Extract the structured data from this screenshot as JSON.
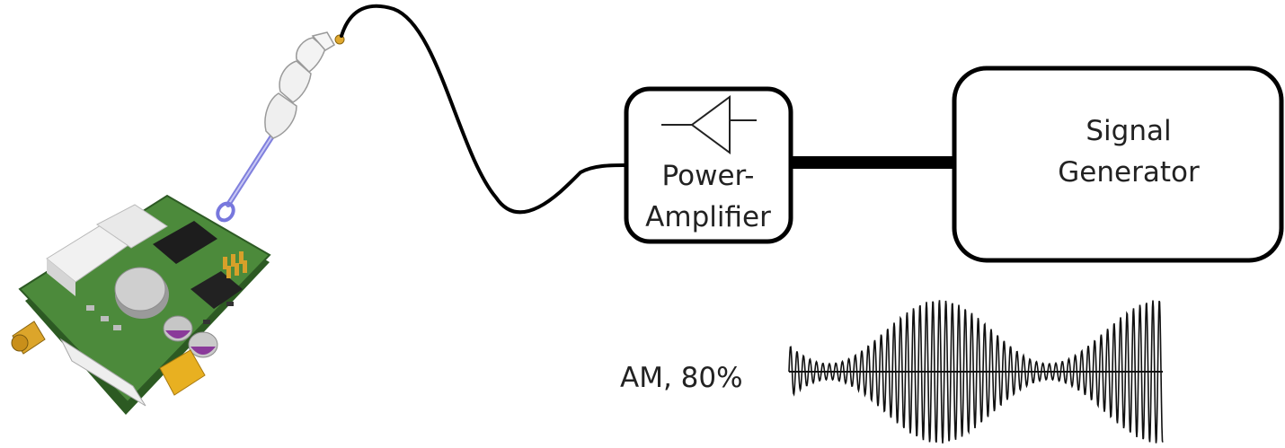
{
  "diagram": {
    "amplifier": {
      "line1": "Power-",
      "line2": "Amplifier"
    },
    "generator": {
      "line1": "Signal",
      "line2": "Generator"
    },
    "modulation": {
      "label": "AM, 80%"
    },
    "colors": {
      "stroke": "#000000",
      "text": "#222222",
      "pcb": "#3f7a32",
      "connector": "#e8b021",
      "probe_tip": "#9a9ae8"
    }
  }
}
